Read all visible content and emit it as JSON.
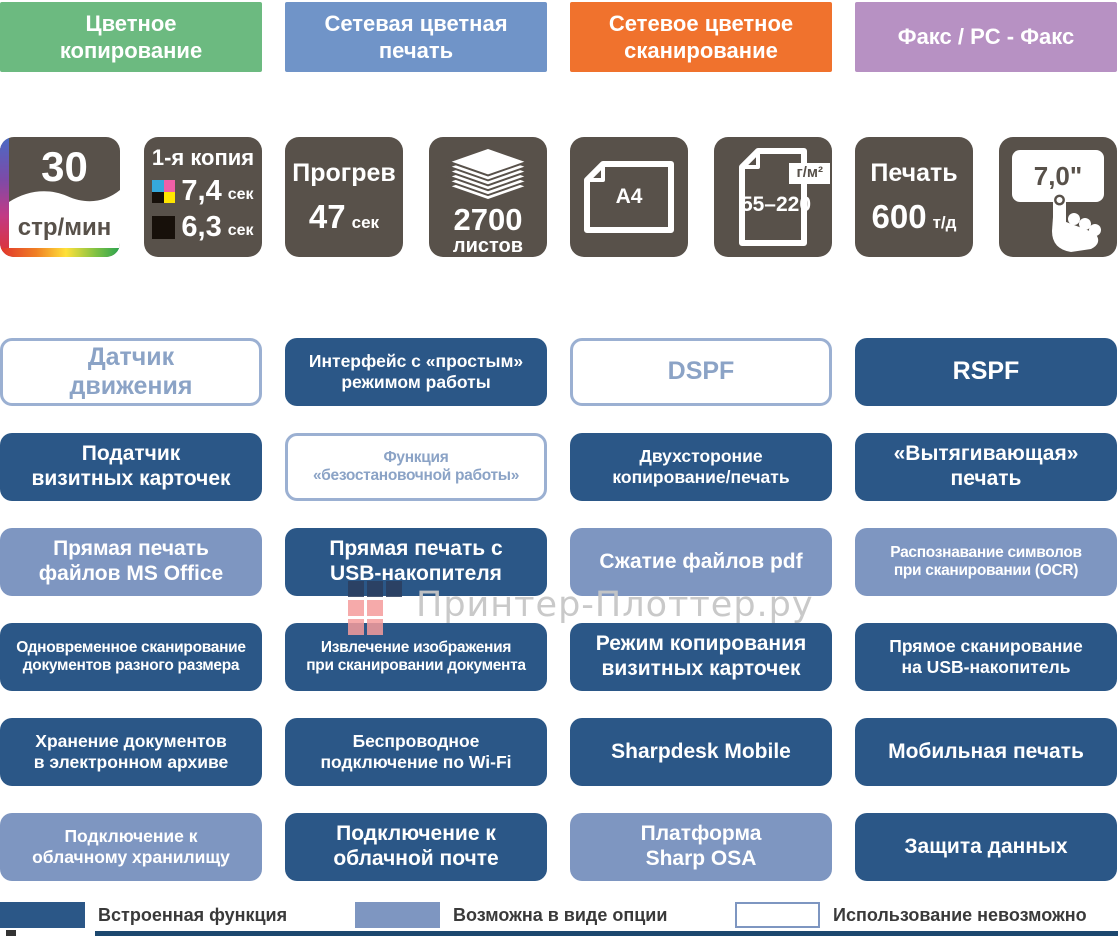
{
  "headers": [
    {
      "label": "Цветное\nкопирование",
      "color": "#6CBA80"
    },
    {
      "label": "Сетевая цветная\nпечать",
      "color": "#7094C8"
    },
    {
      "label": "Сетевое цветное\nсканирование",
      "color": "#F0722D"
    },
    {
      "label": "Факс / PC - Факс",
      "color": "#B791C3"
    }
  ],
  "specs": {
    "speed": {
      "value": "30",
      "unit": "стр/мин"
    },
    "first_copy": {
      "title": "1-я копия",
      "color_time": "7,4",
      "color_unit": "сек",
      "mono_time": "6,3",
      "mono_unit": "сек"
    },
    "warmup": {
      "title": "Прогрев",
      "value": "47",
      "unit": "сек"
    },
    "paper_capacity": {
      "value": "2700",
      "unit": "листов"
    },
    "original_size": {
      "value": "A4"
    },
    "paper_weight": {
      "unit": "г/м²",
      "range": "55–220"
    },
    "print": {
      "title": "Печать",
      "value": "600",
      "unit": "т/д"
    },
    "display": {
      "value": "7,0\""
    }
  },
  "features": [
    {
      "label": "Датчик\nдвижения",
      "type": "none"
    },
    {
      "label": "Интерфейс с «простым»\nрежимом работы",
      "type": "builtin"
    },
    {
      "label": "DSPF",
      "type": "none"
    },
    {
      "label": "RSPF",
      "type": "builtin"
    },
    {
      "label": "Податчик\nвизитных карточек",
      "type": "builtin"
    },
    {
      "label": "Функция\n«безостановочной работы»",
      "type": "none"
    },
    {
      "label": "Двухстороние\nкопирование/печать",
      "type": "builtin"
    },
    {
      "label": "«Вытягивающая»\nпечать",
      "type": "builtin"
    },
    {
      "label": "Прямая печать\nфайлов MS Office",
      "type": "option"
    },
    {
      "label": "Прямая печать с\nUSB-накопителя",
      "type": "builtin"
    },
    {
      "label": "Сжатие файлов pdf",
      "type": "option"
    },
    {
      "label": "Распознавание символов\nпри сканировании (OCR)",
      "type": "option"
    },
    {
      "label": "Одновременное сканирование\nдокументов разного размера",
      "type": "builtin"
    },
    {
      "label": "Извлечение изображения\nпри сканировании документа",
      "type": "builtin"
    },
    {
      "label": "Режим копирования\nвизитных карточек",
      "type": "builtin"
    },
    {
      "label": "Прямое сканирование\nна USB-накопитель",
      "type": "builtin"
    },
    {
      "label": "Хранение документов\nв электронном архиве",
      "type": "builtin"
    },
    {
      "label": "Беспроводное\nподключение по Wi-Fi",
      "type": "builtin"
    },
    {
      "label": "Sharpdesk Mobile",
      "type": "builtin"
    },
    {
      "label": "Мобильная печать",
      "type": "builtin"
    },
    {
      "label": "Подключение к\nоблачному хранилищу",
      "type": "option"
    },
    {
      "label": "Подключение к\nоблачной почте",
      "type": "builtin"
    },
    {
      "label": "Платформа\nSharp OSA",
      "type": "option"
    },
    {
      "label": "Защита данных",
      "type": "builtin"
    }
  ],
  "legend": {
    "items": [
      {
        "label": "Встроенная функция",
        "type": "builtin"
      },
      {
        "label": "Возможна в виде опции",
        "type": "option"
      },
      {
        "label": "Использование невозможно",
        "type": "none"
      }
    ]
  },
  "watermark": {
    "text": "Принтер-Плоттер.ру"
  },
  "colors": {
    "builtin": "#2B5787",
    "option": "#7E96C1",
    "none_border": "#9BB0D2",
    "tile_background": "#58514A",
    "cmyk": {
      "cyan": "#35A8DC",
      "magenta": "#EF5FA7",
      "yellow": "#FFE500",
      "black": "#17100A"
    }
  }
}
